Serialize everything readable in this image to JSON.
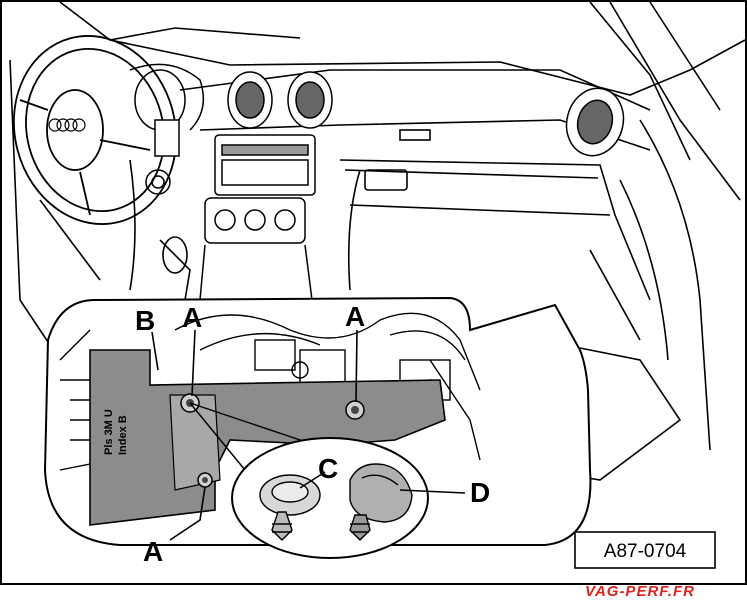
{
  "figure": {
    "callouts": {
      "a_top_left": "A",
      "a_top_right": "A",
      "a_bottom": "A",
      "b": "B",
      "c": "C",
      "d": "D"
    },
    "part_marking": {
      "line1": "Pls 3M U",
      "line2": "Index B"
    },
    "steering_wheel_logo": "audi-rings-logo",
    "figure_reference": "A87-0704",
    "watermark": "VAG-PERF.FR"
  },
  "colors": {
    "line": "#000000",
    "background": "#ffffff",
    "panel_gray": "#8c8c8c",
    "light_gray": "#c8c8c8",
    "watermark_red": "#e0201c"
  }
}
